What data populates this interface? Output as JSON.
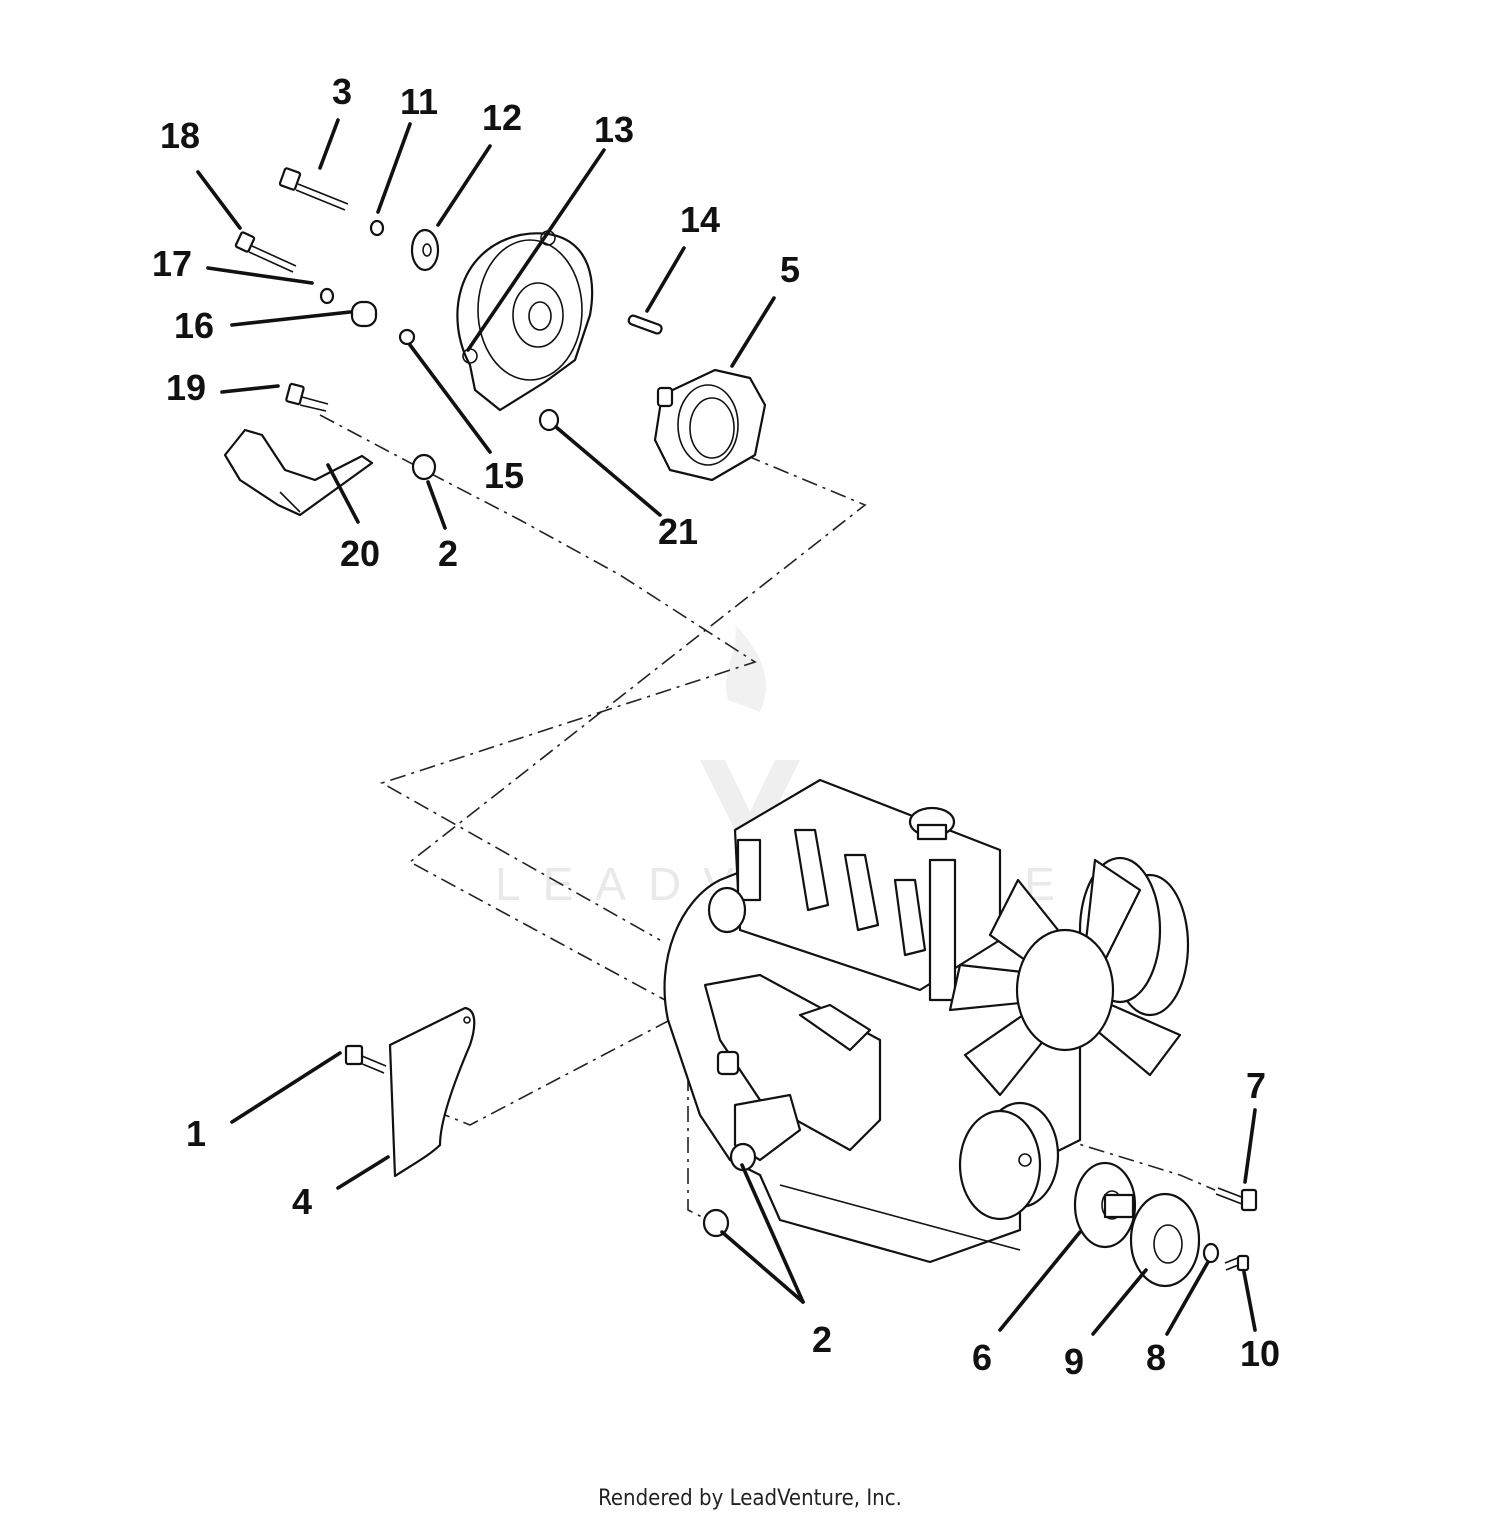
{
  "callouts": [
    {
      "id": "c18",
      "text": "18"
    },
    {
      "id": "c3",
      "text": "3"
    },
    {
      "id": "c11",
      "text": "11"
    },
    {
      "id": "c12",
      "text": "12"
    },
    {
      "id": "c13",
      "text": "13"
    },
    {
      "id": "c14",
      "text": "14"
    },
    {
      "id": "c5",
      "text": "5"
    },
    {
      "id": "c17",
      "text": "17"
    },
    {
      "id": "c16",
      "text": "16"
    },
    {
      "id": "c19",
      "text": "19"
    },
    {
      "id": "c15",
      "text": "15"
    },
    {
      "id": "c21",
      "text": "21"
    },
    {
      "id": "c20",
      "text": "20"
    },
    {
      "id": "c2a",
      "text": "2"
    },
    {
      "id": "c1",
      "text": "1"
    },
    {
      "id": "c4",
      "text": "4"
    },
    {
      "id": "c7",
      "text": "7"
    },
    {
      "id": "c2b",
      "text": "2"
    },
    {
      "id": "c6",
      "text": "6"
    },
    {
      "id": "c9",
      "text": "9"
    },
    {
      "id": "c8",
      "text": "8"
    },
    {
      "id": "c10",
      "text": "10"
    }
  ],
  "footer": "Rendered by LeadVenture, Inc.",
  "watermark": "LEADVENTURE"
}
